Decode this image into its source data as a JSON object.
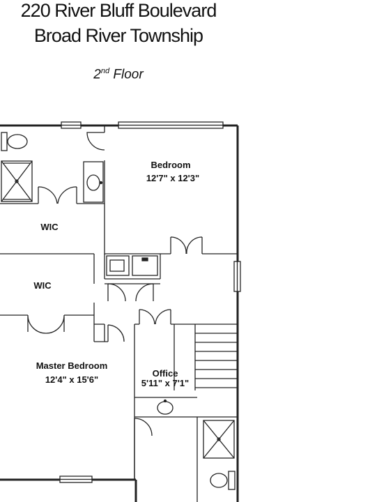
{
  "header": {
    "address": "220 River Bluff Boulevard",
    "township": "Broad River Township",
    "floor_number": "2",
    "floor_suffix": "nd",
    "floor_word": "Floor"
  },
  "rooms": {
    "bedroom": {
      "name": "Bedroom",
      "dims": "12'7\" x 12'3\""
    },
    "wic_upper": {
      "name": "WIC"
    },
    "wic_lower": {
      "name": "WIC"
    },
    "master": {
      "name": "Master Bedroom",
      "dims": "12'4\" x 15'6\""
    },
    "office": {
      "name": "Office",
      "dims": "5'11\" x 7'1\""
    }
  }
}
